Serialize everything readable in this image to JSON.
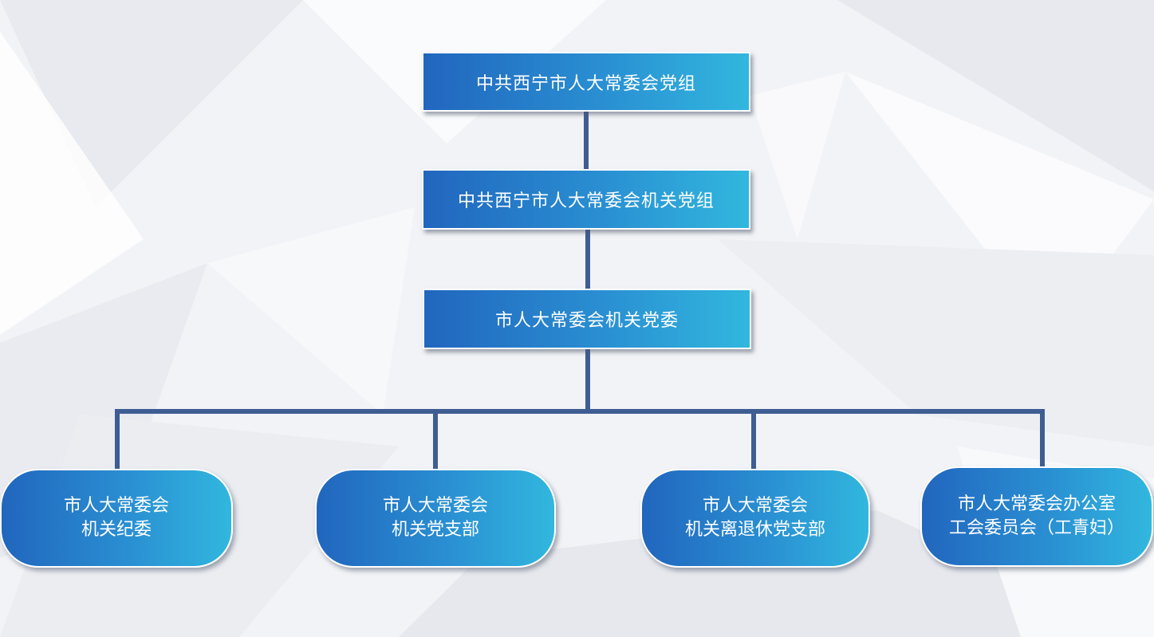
{
  "diagram": {
    "level1": {
      "label": "中共西宁市人大常委会党组"
    },
    "level2": {
      "label": "中共西宁市人大常委会机关党组"
    },
    "level3": {
      "label": "市人大常委会机关党委"
    },
    "children": [
      {
        "line1": "市人大常委会",
        "line2": "机关纪委"
      },
      {
        "line1": "市人大常委会",
        "line2": "机关党支部"
      },
      {
        "line1": "市人大常委会",
        "line2": "机关离退休党支部"
      },
      {
        "line1": "市人大常委会办公室",
        "line2": "工会委员会（工青妇）"
      }
    ],
    "colors": {
      "gradient_start": "#2166be",
      "gradient_end": "#31b7de",
      "connector": "#3e5d93",
      "text": "#ffffff"
    }
  }
}
